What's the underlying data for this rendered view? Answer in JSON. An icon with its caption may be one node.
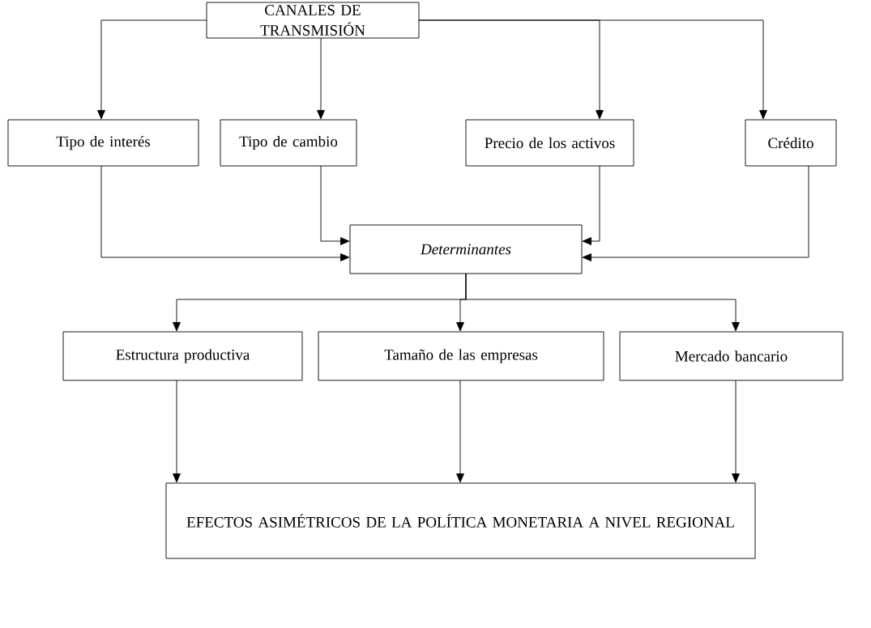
{
  "diagram": {
    "nodes": [
      {
        "text": [
          "CANALES DE TRANSMISIÓN"
        ]
      },
      {
        "text": [
          "Tipo de interés"
        ]
      },
      {
        "text": [
          "Tipo de cambio"
        ]
      },
      {
        "text": [
          "Precio de los activos"
        ]
      },
      {
        "text": [
          "Crédito"
        ]
      },
      {
        "text": [
          "Determinantes"
        ]
      },
      {
        "text": [
          "Estructura productiva"
        ]
      },
      {
        "text": [
          "Tamaño de las empresas"
        ]
      },
      {
        "text": [
          "Mercado bancario"
        ]
      },
      {
        "text": [
          "EFECTOS ASIMÉTRICOS DE LA POLÍTICA MONETARIA A NIVEL REGIONAL"
        ]
      }
    ],
    "edges": [
      {
        "from": 0,
        "to": 1,
        "arrow": "to"
      },
      {
        "from": 0,
        "to": 2,
        "arrow": "to"
      },
      {
        "from": 0,
        "to": 3,
        "arrow": "to"
      },
      {
        "from": 0,
        "to": 4,
        "arrow": "to"
      },
      {
        "from": 1,
        "to": 5,
        "arrow": "to"
      },
      {
        "from": 2,
        "to": 5,
        "arrow": "to"
      },
      {
        "from": 3,
        "to": 5,
        "arrow": "to"
      },
      {
        "from": 4,
        "to": 5,
        "arrow": "to"
      },
      {
        "from": 5,
        "to": 6,
        "arrow": "to"
      },
      {
        "from": 5,
        "to": 7,
        "arrow": "to"
      },
      {
        "from": 5,
        "to": 8,
        "arrow": "to"
      },
      {
        "from": 6,
        "to": 9,
        "arrow": "to"
      },
      {
        "from": 7,
        "to": 9,
        "arrow": "to"
      },
      {
        "from": 8,
        "to": 9,
        "arrow": "to"
      }
    ]
  }
}
